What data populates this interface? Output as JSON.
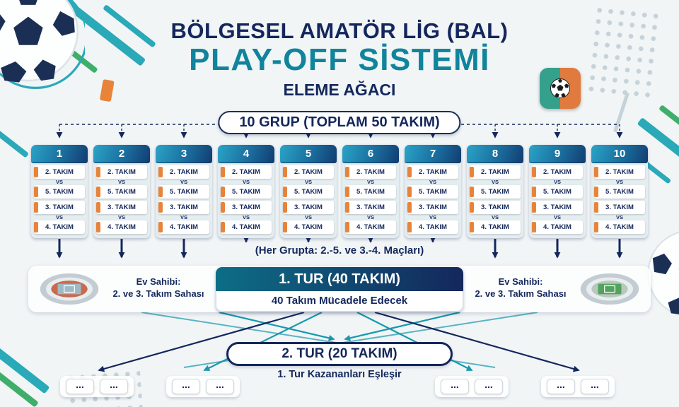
{
  "header": {
    "title": "BÖLGESEL AMATÖR LİG (BAL)",
    "subtitle": "PLAY-OFF SİSTEMİ",
    "tagline": "ELEME AĞACI"
  },
  "top_banner": {
    "label": "10 GRUP (TOPLAM 50 TAKIM)"
  },
  "vs_label": "VS",
  "groups": [
    {
      "number": "1",
      "teams": [
        "2. TAKIM",
        "5. TAKIM",
        "3. TAKIM",
        "4. TAKIM"
      ]
    },
    {
      "number": "2",
      "teams": [
        "2. TAKIM",
        "5. TAKIM",
        "3. TAKIM",
        "4. TAKIM"
      ]
    },
    {
      "number": "3",
      "teams": [
        "2. TAKIM",
        "5. TAKIM",
        "3. TAKIM",
        "4. TAKIM"
      ]
    },
    {
      "number": "4",
      "teams": [
        "2. TAKIM",
        "5. TAKIM",
        "3. TAKIM",
        "4. TAKIM"
      ]
    },
    {
      "number": "5",
      "teams": [
        "2. TAKIM",
        "5. TAKIM",
        "3. TAKIM",
        "4. TAKIM"
      ]
    },
    {
      "number": "6",
      "teams": [
        "2. TAKIM",
        "5. TAKIM",
        "3. TAKIM",
        "4. TAKIM"
      ]
    },
    {
      "number": "7",
      "teams": [
        "2. TAKIM",
        "5. TAKIM",
        "3. TAKIM",
        "4. TAKIM"
      ]
    },
    {
      "number": "8",
      "teams": [
        "2. TAKIM",
        "5. TAKIM",
        "3. TAKIM",
        "4. TAKIM"
      ]
    },
    {
      "number": "9",
      "teams": [
        "2. TAKIM",
        "5. TAKIM",
        "3. TAKIM",
        "4. TAKIM"
      ]
    },
    {
      "number": "10",
      "teams": [
        "2. TAKIM",
        "5. TAKIM",
        "3. TAKIM",
        "4. TAKIM"
      ]
    }
  ],
  "note": "(Her Grupta: 2.-5. ve 3.-4. Maçları)",
  "round1": {
    "title": "1. TUR (40 TAKIM)",
    "subtitle": "40 Takım Mücadele Edecek",
    "host_left": {
      "line1": "Ev Sahibi:",
      "line2": "2. ve 3. Takım Sahası"
    },
    "host_right": {
      "line1": "Ev Sahibi:",
      "line2": "2. ve 3. Takım Sahası"
    }
  },
  "round2": {
    "title": "2. TUR (20 TAKIM)",
    "subtitle": "1. Tur Kazananları Eşleşir"
  },
  "bottom": {
    "slots": [
      {
        "left": "...",
        "right": "..."
      },
      {
        "left": "...",
        "right": "..."
      },
      {
        "left": "...",
        "right": "..."
      },
      {
        "left": "...",
        "right": "..."
      }
    ]
  },
  "colors": {
    "navy": "#14275c",
    "teal": "#1899ad",
    "orange": "#e8833a",
    "green": "#3fae6a"
  }
}
